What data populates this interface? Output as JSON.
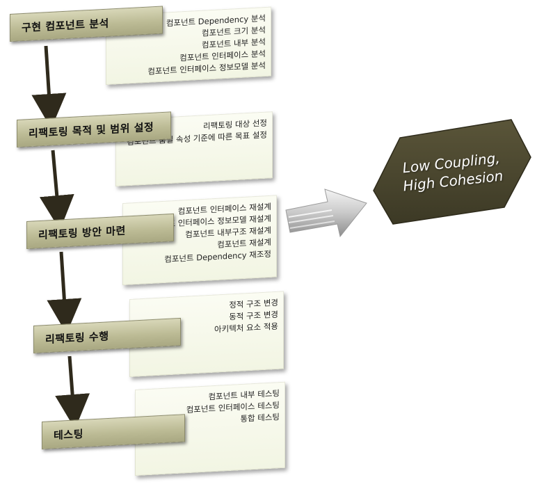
{
  "steps": [
    {
      "label": "구현 컴포넌트 분석",
      "details": [
        "컴포넌트 Dependency 분석",
        "컴포넌트 크기 분석",
        "컴포넌트 내부 분석",
        "컴포넌트 인터페이스 분석",
        "컴포넌트 인터페이스 정보모델 분석"
      ]
    },
    {
      "label": "리팩토링 목적 및 범위 설정",
      "details": [
        "리팩토링 대상 선정",
        "컴포넌트 품질 속성 기준에 따른 목표 설정"
      ]
    },
    {
      "label": "리팩토링 방안 마련",
      "details": [
        "컴포넌트 인터페이스 재설계",
        "컴포넌트 인터페이스 정보모델 재설계",
        "컴포넌트 내부구조 재설계",
        "컴포넌트 재설계",
        "컴포넌트 Dependency 재조정"
      ]
    },
    {
      "label": "리팩토링 수행",
      "details": [
        "정적 구조 변경",
        "동적 구조 변경",
        "아키텍처 요소 적용"
      ]
    },
    {
      "label": "테스팅",
      "details": [
        "컴포넌트 내부 테스팅",
        "컴포넌트 인터페이스 테스팅",
        "통합 테스팅"
      ]
    }
  ],
  "goal": {
    "line1": "Low Coupling,",
    "line2": "High Cohesion"
  },
  "colors": {
    "step_fill": "#bcbb95",
    "panel_fill": "#f4f6e6",
    "goal_fill": "#4a4630",
    "arrow": "#2f2a1c"
  }
}
